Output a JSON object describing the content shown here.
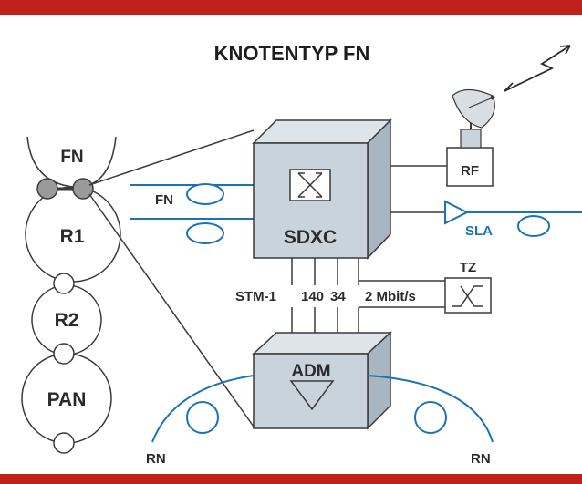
{
  "title": "KNOTENTYP FN",
  "colors": {
    "frame_red": "#c0221b",
    "line_dark": "#3a3a3a",
    "fiber_blue": "#1a73b3",
    "box_front": "#c9d3dc",
    "box_top": "#dde4ea",
    "box_side": "#a9b5c0",
    "node_grey": "#9a9a9a"
  },
  "ring": {
    "node_label": "FN",
    "rings": [
      "R1",
      "R2",
      "PAN"
    ]
  },
  "sdxc": {
    "label": "SDXC",
    "icon": "cross-connect-icon"
  },
  "adm": {
    "label": "ADM",
    "icon": "triangle-icon"
  },
  "interfaces": {
    "fn_label": "FN",
    "rf_label": "RF",
    "sla_label": "SLA",
    "tz_label": "TZ",
    "tz_icon": "switch-icon",
    "rf_icon": "satellite-dish-icon",
    "radio_icon": "lightning-arrow-icon"
  },
  "links": {
    "stm1": "STM-1",
    "l140": "140",
    "l34": "34",
    "l2mbit": "2 Mbit/s"
  },
  "rn_left": "RN",
  "rn_right": "RN"
}
